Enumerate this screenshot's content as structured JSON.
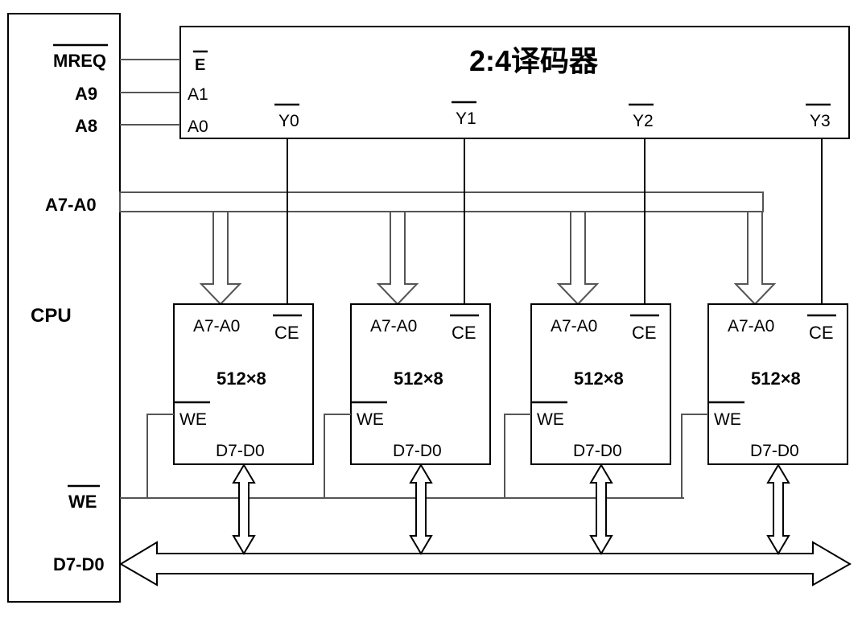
{
  "cpu": {
    "label": "CPU",
    "signals": {
      "mreq": "MREQ",
      "a9": "A9",
      "a8": "A8",
      "addr_bus": "A7-A0",
      "we": "WE",
      "data_bus": "D7-D0"
    }
  },
  "decoder": {
    "title": "2:4译码器",
    "inputs": {
      "enable": "E",
      "a1": "A1",
      "a0": "A0"
    },
    "outputs": [
      "Y0",
      "Y1",
      "Y2",
      "Y3"
    ]
  },
  "chips": [
    {
      "addr": "A7-A0",
      "ce": "CE",
      "size": "512×8",
      "we": "WE",
      "data": "D7-D0"
    },
    {
      "addr": "A7-A0",
      "ce": "CE",
      "size": "512×8",
      "we": "WE",
      "data": "D7-D0"
    },
    {
      "addr": "A7-A0",
      "ce": "CE",
      "size": "512×8",
      "we": "WE",
      "data": "D7-D0"
    },
    {
      "addr": "A7-A0",
      "ce": "CE",
      "size": "512×8",
      "we": "WE",
      "data": "D7-D0"
    }
  ]
}
